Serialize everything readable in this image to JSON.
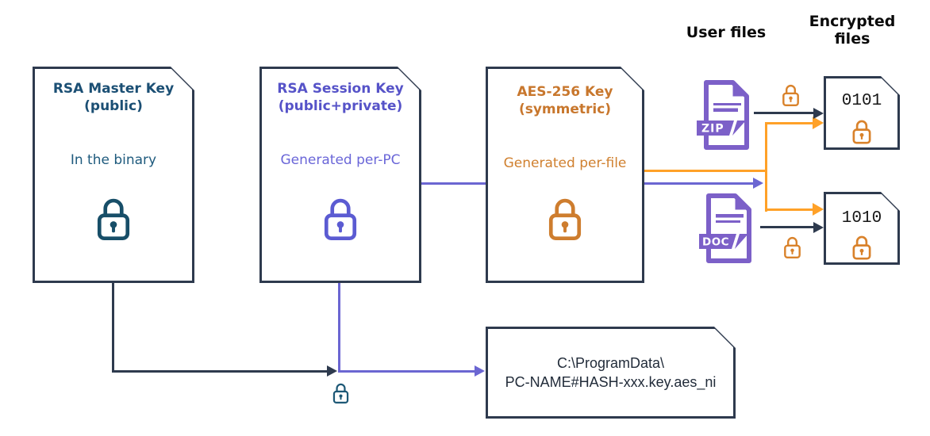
{
  "headings": {
    "user_files": "User files",
    "encrypted_files": "Encrypted files"
  },
  "boxes": {
    "master": {
      "title_line1": "RSA Master Key",
      "title_line2": "(public)",
      "subtitle": "In the binary"
    },
    "session": {
      "title_line1": "RSA Session Key",
      "title_line2": "(public+private)",
      "subtitle": "Generated per-PC"
    },
    "aes": {
      "title_line1": "AES-256 Key",
      "title_line2": "(symmetric)",
      "subtitle": "Generated per-file"
    },
    "key_path": {
      "line1": "C:\\ProgramData\\",
      "line2": "PC-NAME#HASH-xxx.key.aes_ni"
    },
    "encrypted_file_1": {
      "label": "0101"
    },
    "encrypted_file_2": {
      "label": "1010"
    }
  },
  "file_icons": {
    "zip_label": "ZIP",
    "doc_label": "DOC"
  },
  "icons": {
    "lock": "padlock-icon",
    "zip": "zip-file-icon",
    "doc": "doc-file-icon"
  },
  "colors": {
    "dark_outline": "#2E3A4E",
    "master_blue_title": "#1B4F74",
    "master_blue_lock": "#174E68",
    "session_indigo_title": "#5653C8",
    "session_indigo_sub": "#6A66D8",
    "session_indigo_lock": "#5B5BD2",
    "aes_orange_title": "#C8772D",
    "aes_orange_sub": "#D0802F",
    "arrow_orange": "#FFA128",
    "arrow_purple": "#6B66D2",
    "small_lock_orange": "#D9822B",
    "junction_lock_teal": "#1D5876",
    "file_icon_purple": "#7C60C8"
  }
}
